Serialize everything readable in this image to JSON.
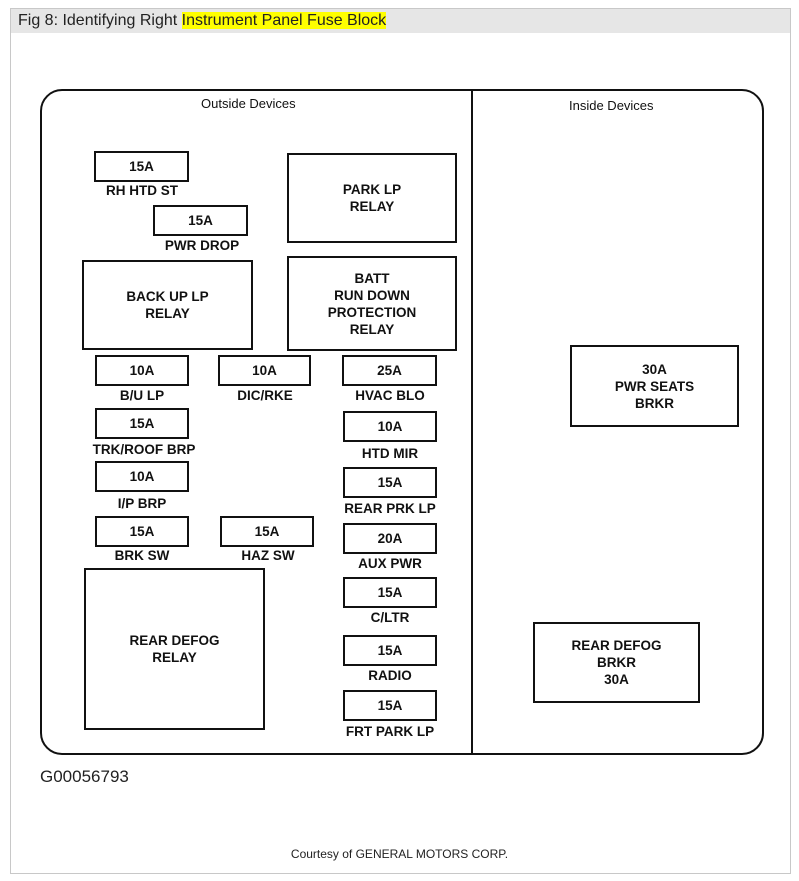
{
  "title": {
    "prefix": "Fig 8: Identifying Right ",
    "highlight": "Instrument Panel Fuse Block"
  },
  "sections": {
    "outside": "Outside  Devices",
    "inside": "Inside  Devices"
  },
  "fuses": [
    {
      "rating": "15A",
      "label": "RH HTD ST"
    },
    {
      "rating": "15A",
      "label": "PWR DROP"
    },
    {
      "rating": "10A",
      "label": "B/U LP"
    },
    {
      "rating": "10A",
      "label": "DIC/RKE"
    },
    {
      "rating": "25A",
      "label": "HVAC BLO"
    },
    {
      "rating": "15A",
      "label": "TRK/ROOF BRP"
    },
    {
      "rating": "10A",
      "label": "HTD MIR"
    },
    {
      "rating": "10A",
      "label": "I/P BRP"
    },
    {
      "rating": "15A",
      "label": "REAR PRK LP"
    },
    {
      "rating": "15A",
      "label": "BRK SW"
    },
    {
      "rating": "15A",
      "label": "HAZ SW"
    },
    {
      "rating": "20A",
      "label": "AUX PWR"
    },
    {
      "rating": "15A",
      "label": "C/LTR"
    },
    {
      "rating": "15A",
      "label": "RADIO"
    },
    {
      "rating": "15A",
      "label": "FRT PARK LP"
    }
  ],
  "relays": [
    {
      "text": "PARK LP\nRELAY"
    },
    {
      "text": "BACK UP LP\nRELAY"
    },
    {
      "text": "BATT\nRUN DOWN\nPROTECTION\nRELAY"
    },
    {
      "text": "REAR DEFOG\nRELAY"
    }
  ],
  "breakers": [
    {
      "text": "30A\nPWR SEATS\nBRKR"
    },
    {
      "text": "REAR DEFOG\nBRKR\n30A"
    }
  ],
  "figure_code": "G00056793",
  "courtesy": "Courtesy of GENERAL MOTORS CORP."
}
